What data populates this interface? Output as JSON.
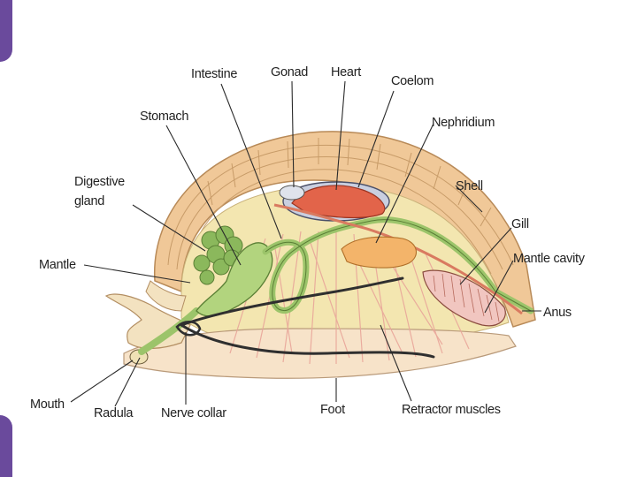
{
  "labels": {
    "intestine": "Intestine",
    "gonad": "Gonad",
    "heart": "Heart",
    "coelom": "Coelom",
    "stomach": "Stomach",
    "nephridium": "Nephridium",
    "digestive_gland_line1": "Digestive",
    "digestive_gland_line2": "gland",
    "shell": "Shell",
    "gill": "Gill",
    "mantle": "Mantle",
    "mantle_cavity": "Mantle cavity",
    "anus": "Anus",
    "mouth": "Mouth",
    "radula": "Radula",
    "nerve_collar": "Nerve collar",
    "foot": "Foot",
    "retractor_muscles": "Retractor muscles"
  },
  "colors": {
    "accent": "#6a4a9c",
    "shell": "#f0c898",
    "mantle": "#f3e6b0",
    "gut": "#9cc46a",
    "heart": "#e2644a",
    "muscle": "#e9a69a"
  }
}
